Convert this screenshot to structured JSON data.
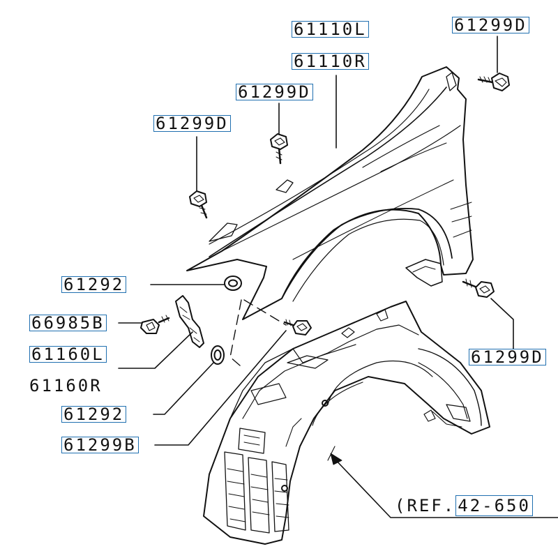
{
  "diagram": {
    "labels": {
      "fender_left": "61110L",
      "fender_right": "61110R",
      "bolt_top_right": "61299D",
      "bolt_upper_mid": "61299D",
      "bolt_upper_left": "61299D",
      "bolt_lower_right": "61299D",
      "grommet_upper": "61292",
      "clip_66985": "66985B",
      "bracket_left": "61160L",
      "bracket_right": "61160R",
      "grommet_lower": "61292",
      "screw_61299b": "61299B"
    },
    "reference": {
      "prefix": "(REF.",
      "link": "42-650"
    }
  },
  "colors": {
    "line": "#111111",
    "link_border": "#1f6fb0",
    "background": "#ffffff"
  }
}
